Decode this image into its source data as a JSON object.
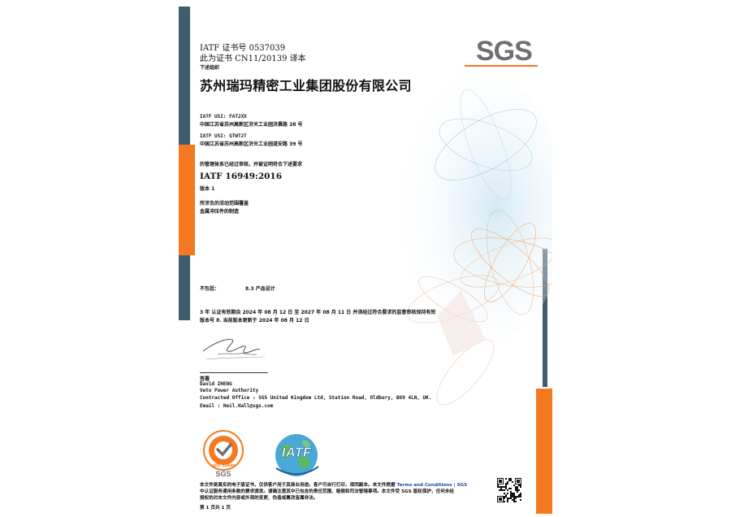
{
  "certificate": {
    "cert_no": "IATF 证书号 0537039",
    "copy_line": "此为证书 CN11/20139 译本",
    "org_label": "下述组织",
    "company": "苏州瑞玛精密工业集团股份有限公司",
    "sites": [
      {
        "usi": "IATF USI: FAT2XX",
        "address": "中国江苏省苏州高新区浒关工业园浒晨路 28 号"
      },
      {
        "usi": "IATF USI: GTWT2T",
        "address": "中国江苏省苏州高新区浒关工业园道安路 39 号"
      }
    ],
    "statement": "的管理体系已经过审核，并被证明符合下述要求",
    "standard": "IATF 16949:2016",
    "edition": "版本 1",
    "scope_title": "所涉及的活动范围覆盖",
    "scope": "金属冲压件的制造",
    "exclusion_label": "不包括：",
    "exclusion_value": "8.3 产品设计",
    "validity": "3 年 认证有效期自 2024 年 08 月 12 日 至 2027 年 08 月 11 日 并须经过符合要求的监督审核保持有效",
    "version_update": "版本号 8. 当前版本更新于 2024 年 08 月 12 日"
  },
  "signatory": {
    "signature_label": "签署",
    "name": "David ZHENG",
    "title": "Veto Power Authority",
    "office": "Contracted Office : SGS United Kingdom Ltd, Station Road, Oldbury, B69 4LN, UK.",
    "email": "Email : Neil.Hall@sgs.com"
  },
  "branding": {
    "sgs_logo": "SGS",
    "seal_top": "IATF 16949",
    "seal_bottom": "SGS",
    "iatf_logo": "IATF",
    "orange": "#f47920",
    "slate": "#3f5d6f"
  },
  "footer": {
    "line1_pre": "本文件是真实的电子版证书，仅供客户用于其商业用途。客户可自行打印，视同副本。本文件根据",
    "line1_link": "Terms and Conditions | SGS",
    "line2": "中认证服务通用条款的要求颁发。请确注意其中已包含的责任范围、赔偿和司法管辖事项。本文件受 SGS 版权保护，任何未经",
    "line3": "授权的对本文件内容或外观的变更、伪造或篡改皆属非法。",
    "page": "第 1 页共 1 页"
  }
}
